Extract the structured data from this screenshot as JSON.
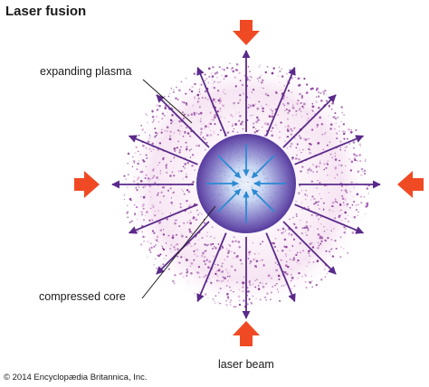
{
  "title": "Laser fusion",
  "labels": {
    "expanding_plasma": "expanding plasma",
    "compressed_core": "compressed core",
    "laser_beam": "laser beam"
  },
  "copyright": "© 2014 Encyclopædia Britannica, Inc.",
  "colors": {
    "laser_arrow": "#f04a24",
    "plasma": "#7a2a8a",
    "outward_arrow": "#5a2a8a",
    "core_outer": "#5b3fa0",
    "core_inner": "#c9d8f2",
    "inward_arrow": "#2b8ad4",
    "leader_line": "#1a1a1a"
  },
  "icons": {
    "laser_arrows": "laser-beam-arrow-icon",
    "outward_arrows": "plasma-expansion-arrow-icon",
    "inward_arrows": "compression-arrow-icon"
  }
}
